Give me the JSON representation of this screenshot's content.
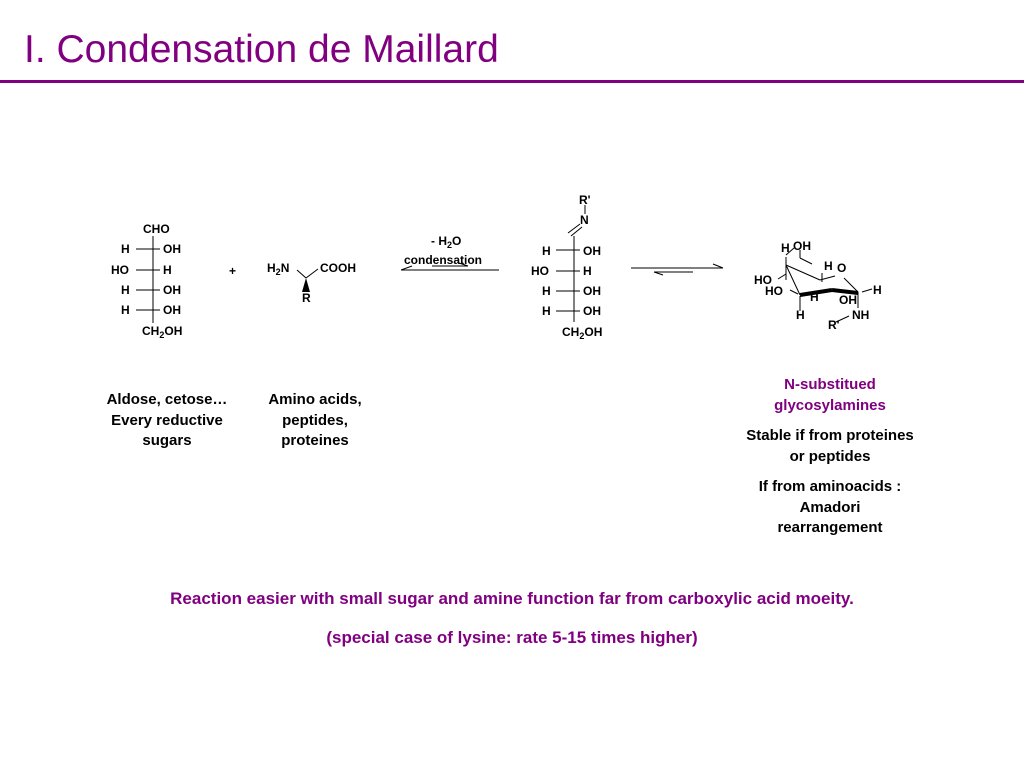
{
  "slide": {
    "title": "I. Condensation de Maillard",
    "title_color": "#800080"
  },
  "scheme": {
    "plus": "+",
    "aldose": {
      "top": "CHO",
      "rows": [
        [
          "H",
          "OH"
        ],
        [
          "HO",
          "H"
        ],
        [
          "H",
          "OH"
        ],
        [
          "H",
          "OH"
        ]
      ],
      "bottom_pre": "CH",
      "bottom_sub": "2",
      "bottom_post": "OH"
    },
    "amino_acid": {
      "amine_pre": "H",
      "amine_sub": "2",
      "amine_post": "N",
      "acid": "COOH",
      "side": "R"
    },
    "arrow1": {
      "line1_pre": "- H",
      "line1_sub": "2",
      "line1_post": "O",
      "line2": "condensation"
    },
    "imine": {
      "r": "R'",
      "n": "N",
      "rows": [
        [
          "H",
          "OH"
        ],
        [
          "HO",
          "H"
        ],
        [
          "H",
          "OH"
        ],
        [
          "H",
          "OH"
        ]
      ],
      "bottom_pre": "CH",
      "bottom_sub": "2",
      "bottom_post": "OH"
    },
    "pyranose": {
      "h_top": "H",
      "oh_top": "OH",
      "h_c": "H",
      "o_ring": "O",
      "ho_1": "HO",
      "ho_2": "HO",
      "h_mid": "H",
      "oh_mid": "OH",
      "h_right": "H",
      "h_low": "H",
      "nh": "NH",
      "r": "R'"
    }
  },
  "captions": {
    "sugars": [
      "Aldose, cetose…",
      "Every reductive",
      "sugars"
    ],
    "amino": [
      "Amino acids,",
      "peptides,",
      "proteines"
    ],
    "product_title": [
      "N-substitued",
      "glycosylamines"
    ],
    "stable": [
      "Stable if from proteines",
      "or peptides"
    ],
    "amadori": [
      "If from aminoacids :",
      "Amadori",
      "rearrangement"
    ]
  },
  "notes": {
    "line1": "Reaction easier with small sugar and amine function far from carboxylic acid moeity.",
    "line2": "(special case of lysine: rate 5-15 times higher)"
  }
}
